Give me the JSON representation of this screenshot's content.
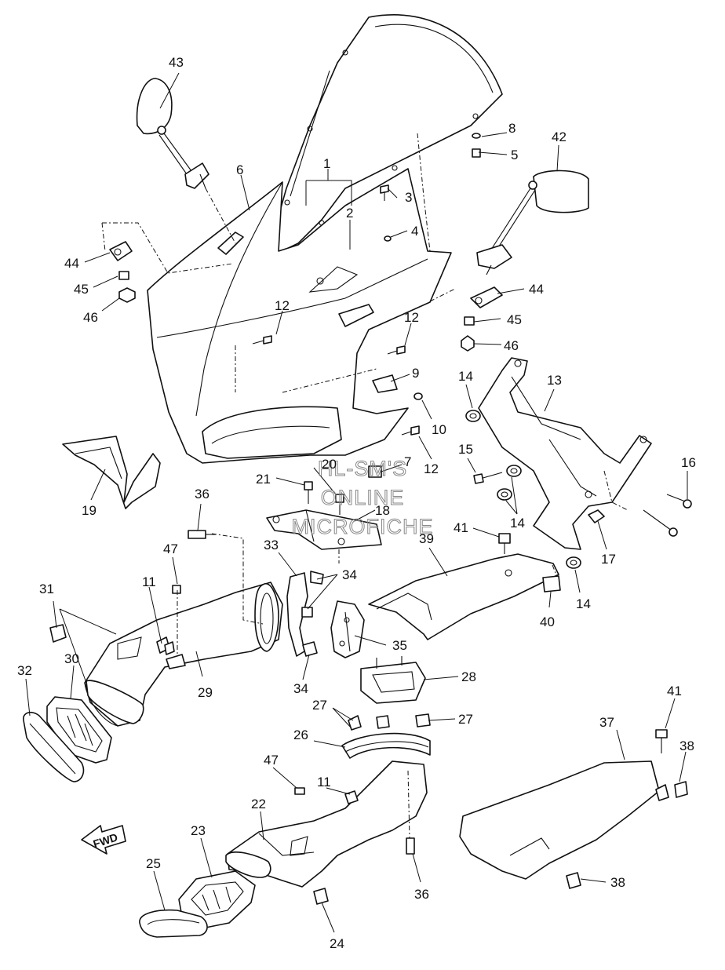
{
  "watermark": {
    "line1": "HL-SM'S",
    "line2": "ONLINE",
    "line3": "MICROFICHE"
  },
  "fwd_label": "FWD",
  "callouts": {
    "c1": "1",
    "c2": "2",
    "c3": "3",
    "c4": "4",
    "c5": "5",
    "c6": "6",
    "c7": "7",
    "c8": "8",
    "c9": "9",
    "c10": "10",
    "c11a": "11",
    "c11b": "11",
    "c12a": "12",
    "c12b": "12",
    "c12c": "12",
    "c13": "13",
    "c14a": "14",
    "c14b": "14",
    "c14c": "14",
    "c15": "15",
    "c16": "16",
    "c17": "17",
    "c18": "18",
    "c19": "19",
    "c20": "20",
    "c21": "21",
    "c22": "22",
    "c23": "23",
    "c24": "24",
    "c25": "25",
    "c26": "26",
    "c27a": "27",
    "c27b": "27",
    "c28": "28",
    "c29": "29",
    "c30": "30",
    "c31": "31",
    "c32": "32",
    "c33": "33",
    "c34a": "34",
    "c34b": "34",
    "c35": "35",
    "c36a": "36",
    "c36b": "36",
    "c37": "37",
    "c38a": "38",
    "c38b": "38",
    "c39": "39",
    "c40": "40",
    "c41a": "41",
    "c41b": "41",
    "c42": "42",
    "c43": "43",
    "c44a": "44",
    "c44b": "44",
    "c45a": "45",
    "c45b": "45",
    "c46a": "46",
    "c46b": "46",
    "c47a": "47",
    "c47b": "47"
  }
}
